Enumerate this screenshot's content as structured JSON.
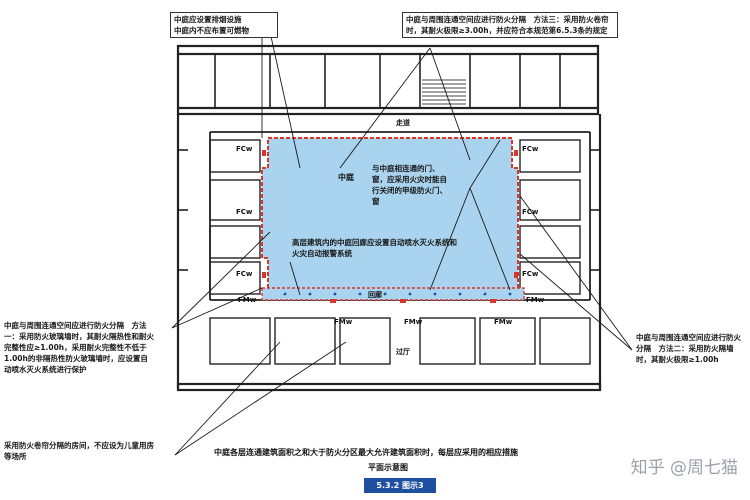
{
  "notes": {
    "top_left_1": "中庭应设置排烟设施",
    "top_left_2": "中庭内不应布置可燃物",
    "top_right": "中庭与周围连通空间应进行防火分隔　方法三：采用防火卷帘时，其耐火极限≥3.00h，并应符合本规范第6.5.3条的规定",
    "mid_right": "与中庭相连通的门、窗，应采用火灾时能自行关闭的甲级防火门、窗",
    "mid_center": "高层建筑内的中庭回廊应设置自动喷水灭火系统和火灾自动报警系统",
    "left_bottom": "中庭与周围连通空间应进行防火分隔　方法一：采用防火玻璃墙时，其耐火隔热性和耐火完整性应≥1.00h，采用耐火完整性不低于1.00h的非隔热性防火玻璃墙时，应设置自动喷水灭火系统进行保护",
    "right_bottom": "中庭与周围连通空间应进行防火分隔　方法二：采用防火隔墙时，其耐火极限≥1.00h",
    "bottom_left": "采用防火卷帘分隔的房间，不应设为儿童用房等场所"
  },
  "labels": {
    "corridor": "走道",
    "atrium": "中庭",
    "gallery": "回廊",
    "hall": "过厅",
    "fcw": "FCw",
    "fmw": "FMw"
  },
  "caption": {
    "line1": "中庭各层连通建筑面积之和大于防火分区最大允许建筑面积时，每层应采用的相应措施",
    "line2": "平面示意图",
    "figure": "5.3.2 图示3"
  },
  "watermark": "知乎 @周七猫",
  "colors": {
    "atrium_fill": "#a9d3ee",
    "fire_boundary": "#d9362b",
    "title_box": "#1f4fa0"
  }
}
